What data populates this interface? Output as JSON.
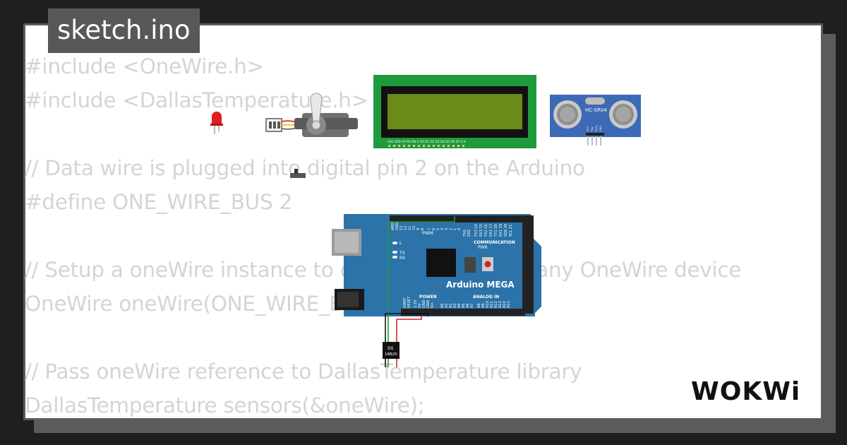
{
  "title": "sketch.ino",
  "code_lines": [
    "#include <OneWire.h>",
    "#include <DallasTemperature.h>",
    "",
    "// Data wire is plugged into digital pin 2 on the Arduino",
    "#define ONE_WIRE_BUS 2",
    "",
    "// Setup a oneWire instance to communicate with any OneWire device",
    "OneWire oneWire(ONE_WIRE_BUS);",
    "",
    "// Pass oneWire reference to DallasTemperature library",
    "DallasTemperature sensors(&oneWire);"
  ],
  "brand": "WOKWi",
  "colors": {
    "background": "#1e1f21",
    "card": "#ffffff",
    "code_text": "#d4d4d4",
    "lcd_pcb": "#1f9a3c",
    "lcd_screen": "#6a8a1a",
    "arduino_board": "#2b73a8",
    "sensor_board": "#3d6ab5",
    "led": "#e0201c",
    "wire_green": "#1e9e35",
    "wire_red": "#d8241d",
    "wire_black": "#111111"
  },
  "components": {
    "lcd": {
      "pin_labels": "VSS VDD V0 RS RW E D0 D1 D2 D3 D4 D5 D6 D7 A K"
    },
    "ultrasonic": {
      "label": "HC-SR04",
      "pins": [
        "VCC",
        "Trig",
        "Echo",
        "GND"
      ]
    },
    "arduino": {
      "name": "Arduino MEGA",
      "header_pwm": "PWM",
      "header_comm": "COMMUNICATION",
      "header_power": "POWER",
      "header_analog": "ANALOG IN",
      "led_l": "L",
      "led_tx": "TX",
      "led_rx": "RX",
      "pwr": "PWR",
      "top_pins": [
        "AREF",
        "GND",
        "13",
        "12",
        "11",
        "10",
        "9",
        "8",
        "7",
        "6",
        "5",
        "4",
        "3",
        "2",
        "1",
        "0"
      ],
      "comm_pins": [
        "TX0",
        "RX0",
        "TX3 14",
        "RX3 15",
        "TX2 16",
        "RX2 17",
        "TX1 18",
        "RX1 19",
        "SDA 20",
        "SCL 21"
      ],
      "power_pins": [
        "IOREF",
        "RESET",
        "3.3V",
        "5V",
        "GND",
        "GND",
        "Vin"
      ],
      "analog_pins": [
        "A0",
        "A1",
        "A2",
        "A3",
        "A4",
        "A5",
        "A6",
        "A7",
        "A8",
        "A9",
        "A10",
        "A11",
        "A12",
        "A13",
        "A14",
        "A15"
      ]
    },
    "ds18b20": {
      "label_line1": "DS",
      "label_line2": "18B20"
    }
  }
}
